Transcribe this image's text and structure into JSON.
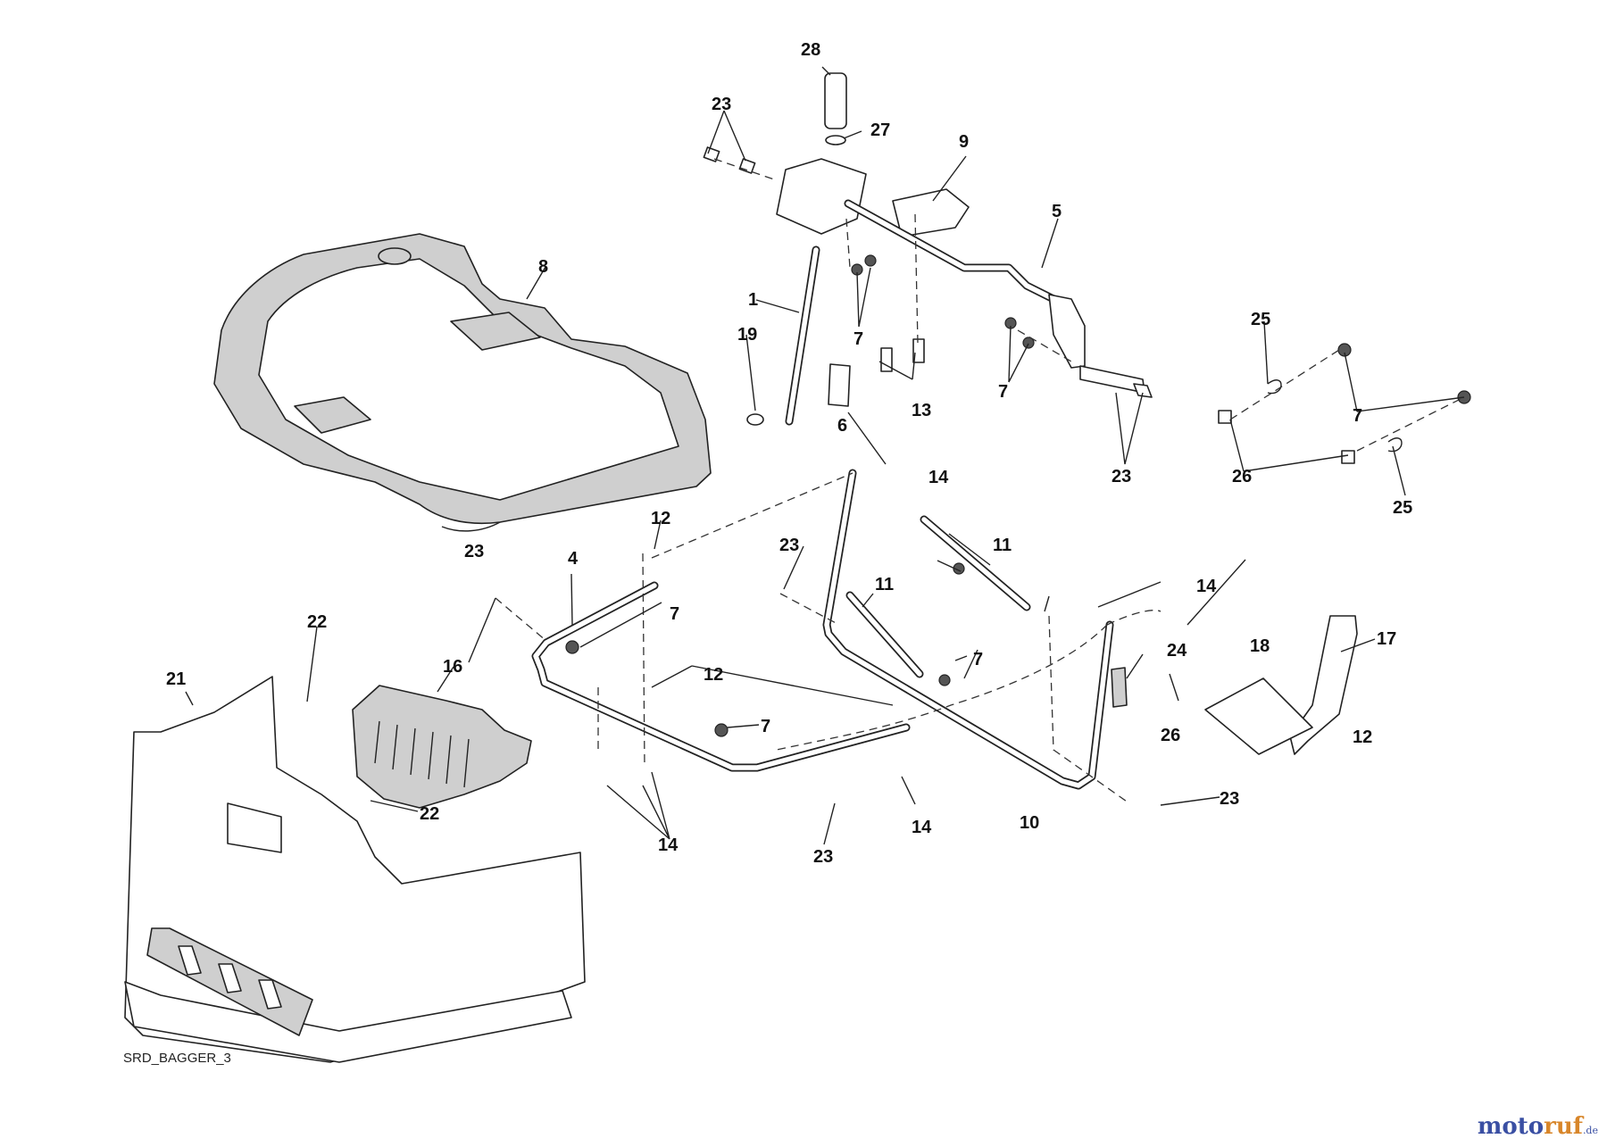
{
  "drawing_code": "SRD_BAGGER_3",
  "watermark": {
    "brand_main": "moto",
    "brand_accent": "ruf",
    "brand_tld": ".de",
    "color_main": "#3a4fa3",
    "color_accent": "#d8862a"
  },
  "callouts": {
    "c1": "1",
    "c4": "4",
    "c5": "5",
    "c6": "6",
    "c7a": "7",
    "c7b": "7",
    "c7c": "7",
    "c7d": "7",
    "c7e": "7",
    "c7f": "7",
    "c8": "8",
    "c9": "9",
    "c10": "10",
    "c11a": "11",
    "c11b": "11",
    "c12a": "12",
    "c12b": "12",
    "c12c": "12",
    "c13": "13",
    "c14a": "14",
    "c14b": "14",
    "c14c": "14",
    "c14d": "14",
    "c16": "16",
    "c17": "17",
    "c18": "18",
    "c19": "19",
    "c21": "21",
    "c22a": "22",
    "c22b": "22",
    "c23a": "23",
    "c23b": "23",
    "c23c": "23",
    "c23d": "23",
    "c23e": "23",
    "c23f": "23",
    "c24": "24",
    "c25a": "25",
    "c25b": "25",
    "c26a": "26",
    "c26b": "26",
    "c27": "27",
    "c28": "28"
  }
}
